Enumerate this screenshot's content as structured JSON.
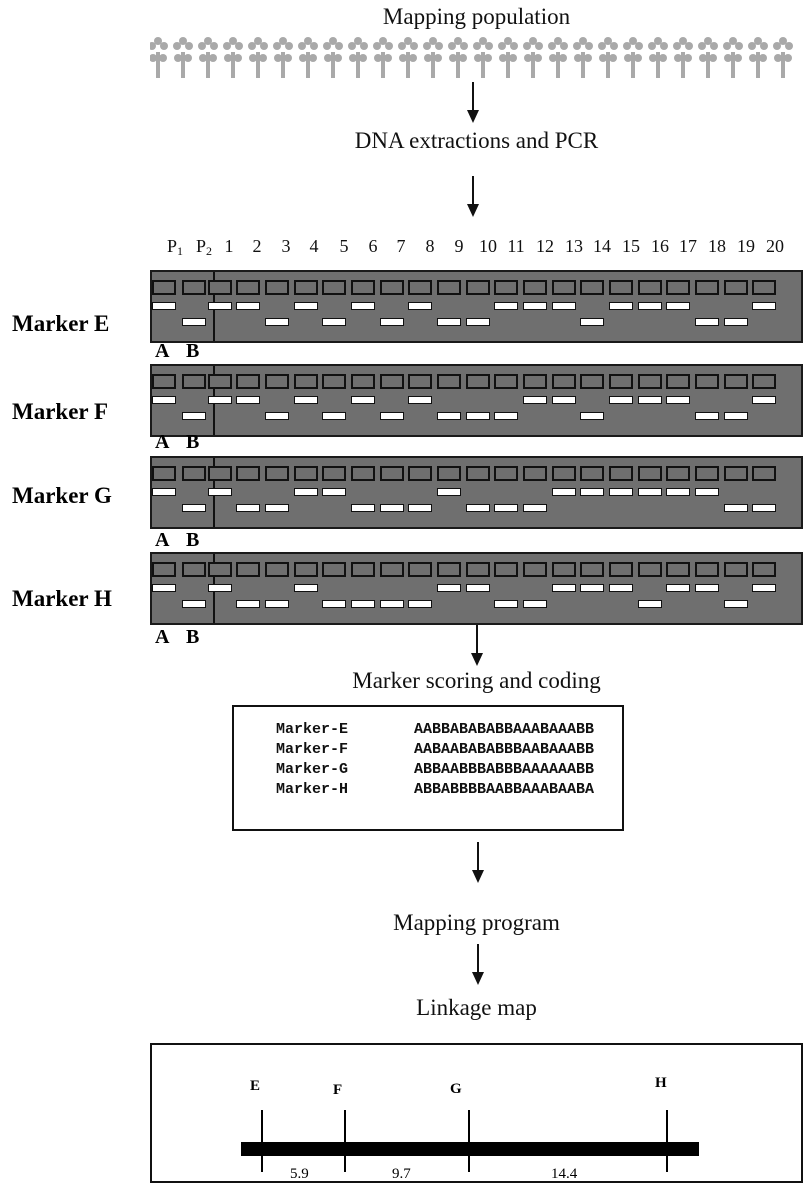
{
  "steps": {
    "mapping_population": "Mapping population",
    "dna_pcr": "DNA extractions and PCR",
    "scoring": "Marker scoring and coding",
    "program": "Mapping program",
    "linkage": "Linkage map"
  },
  "lanes": {
    "p1": "P",
    "p1_sub": "1",
    "p2": "P",
    "p2_sub": "2",
    "numbers": [
      "1",
      "2",
      "3",
      "4",
      "5",
      "6",
      "7",
      "8",
      "9",
      "10",
      "11",
      "12",
      "13",
      "14",
      "15",
      "16",
      "17",
      "18",
      "19",
      "20"
    ]
  },
  "parent_codes": {
    "a": "A",
    "b": "B"
  },
  "gels": [
    {
      "label": "Marker E",
      "lanes": "ABAABABABABBAAABAAABB"
    },
    {
      "label": "Marker F",
      "lanes": "ABAABABABABBBAABAAABB"
    },
    {
      "label": "Marker G",
      "lanes": "ABABBAABBBABBBAAAAAABB"
    },
    {
      "label": "Marker H",
      "lanes": "ABABBABBBBAABBAAABAABA"
    }
  ],
  "coding": [
    {
      "name": "Marker-E",
      "code": "AABBABABABBAAABAAABB"
    },
    {
      "name": "Marker-F",
      "code": "AABAABABABBBAABAAABB"
    },
    {
      "name": "Marker-G",
      "code": "ABBAABBBABBBAAAAAABB"
    },
    {
      "name": "Marker-H",
      "code": "ABBABBBBAABBAAABAABA"
    }
  ],
  "linkage_map": {
    "markers": [
      "E",
      "F",
      "G",
      "H"
    ],
    "distances": [
      "5.9",
      "9.7",
      "14.4"
    ]
  },
  "colors": {
    "gel": "#6f6f6f",
    "band": "#ffffff",
    "plant": "#a9a9a9"
  }
}
